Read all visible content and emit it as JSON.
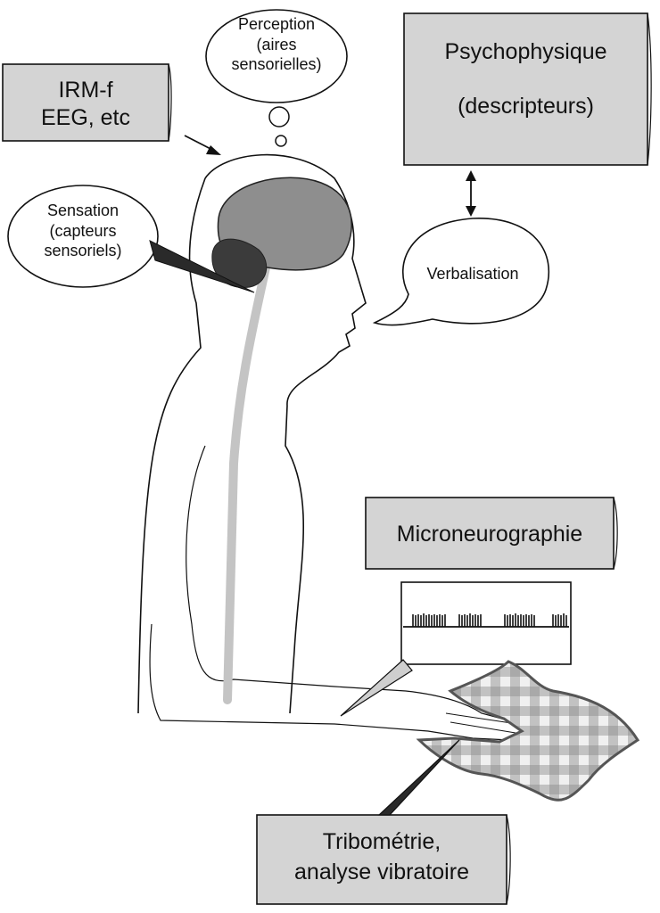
{
  "boxes": {
    "imaging": {
      "line1": "IRM-f",
      "line2": "EEG, etc"
    },
    "psychophysics": {
      "line1": "Psychophysique",
      "line2": "(descripteurs)"
    },
    "microneurography": {
      "label": "Microneurographie"
    },
    "tribometry": {
      "line1": "Tribométrie,",
      "line2": "analyse vibratoire"
    }
  },
  "bubbles": {
    "perception": {
      "line1": "Perception",
      "line2": "(aires",
      "line3": "sensorielles)"
    },
    "sensation": {
      "line1": "Sensation",
      "line2": "(capteurs",
      "line3": "sensoriels)"
    },
    "verbalisation": {
      "label": "Verbalisation"
    }
  },
  "colors": {
    "box_fill": "#d4d4d4",
    "brain": "#8e8e8e",
    "cerebellum": "#3b3b3b",
    "spine": "#c4c4c4",
    "fabric_base": "#f0f0f0",
    "fabric_check": "#8a8a8a"
  }
}
